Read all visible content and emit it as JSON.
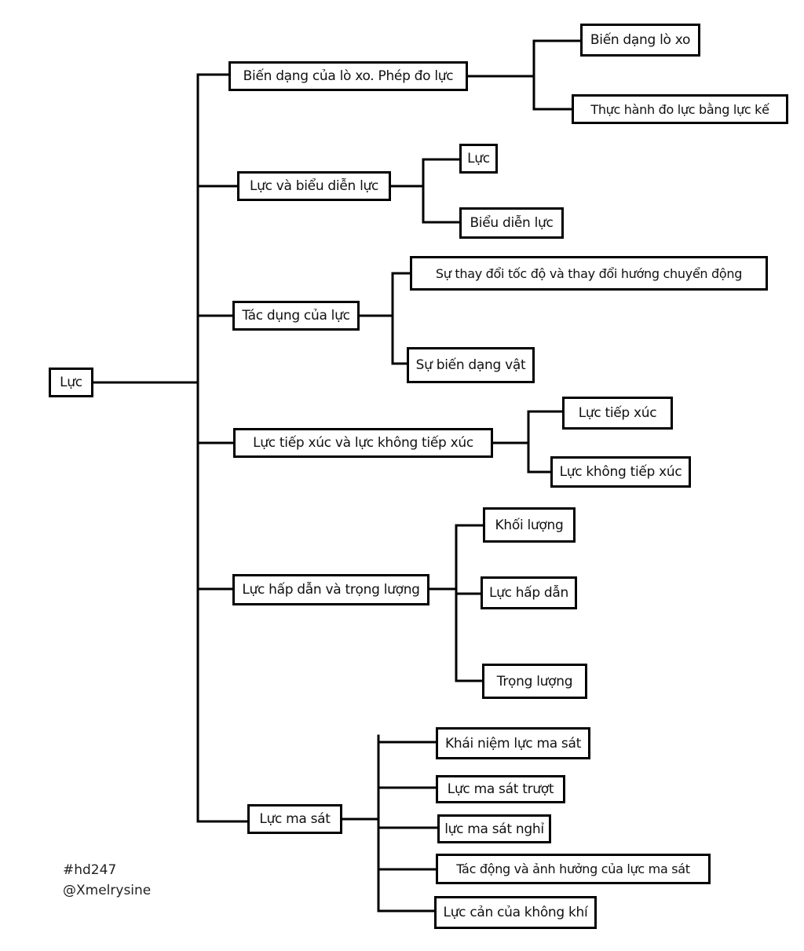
{
  "root": {
    "label": "Lực"
  },
  "branches": [
    {
      "label": "Biến dạng của lò xo. Phép đo lực",
      "children": [
        "Biến dạng lò xo",
        "Thực hành đo lực bằng lực kế"
      ]
    },
    {
      "label": "Lực và biểu diễn lực",
      "children": [
        "Lực",
        "Biểu diễn lực"
      ]
    },
    {
      "label": "Tác dụng của lực",
      "children": [
        "Sự thay đổi tốc độ và thay đổi hướng chuyển động",
        "Sự biến dạng vật"
      ]
    },
    {
      "label": "Lực tiếp xúc và lực không tiếp xúc",
      "children": [
        "Lực tiếp xúc",
        "Lực không tiếp xúc"
      ]
    },
    {
      "label": "Lực hấp dẫn và trọng lượng",
      "children": [
        "Khối lượng",
        "Lực hấp dẫn",
        "Trọng lượng"
      ]
    },
    {
      "label": "Lực ma sát",
      "children": [
        "Khái niệm lực ma sát",
        "Lực ma sát trượt",
        "lực ma sát nghỉ",
        "Tác động và ảnh hưởng của lực ma sát",
        "Lực cản của không khí"
      ]
    }
  ],
  "watermark": {
    "line1": "#hd247",
    "line2": "@Xmelrysine"
  }
}
